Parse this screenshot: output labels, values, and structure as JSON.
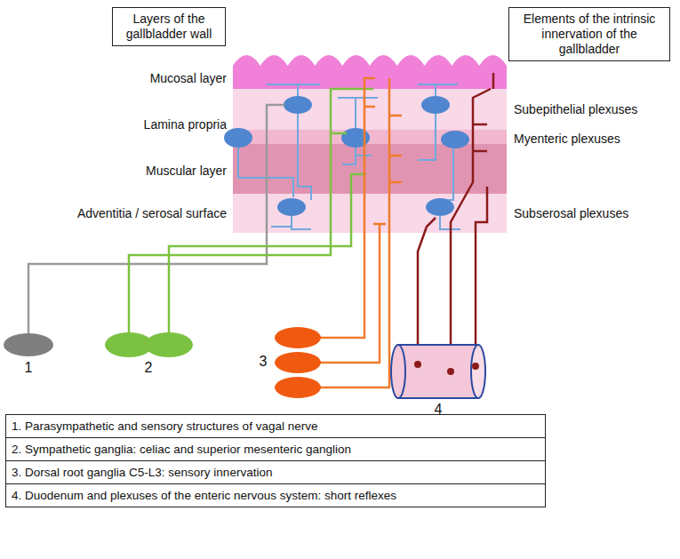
{
  "diagram": {
    "nodes": [
      {
        "text": [
          "Layers of the gallbladder wall"
        ]
      },
      {
        "text": [
          "Elements of the intrinsic innervation of the gallbladder"
        ]
      },
      {
        "text": [
          "1. Parasympathetic and sensory structures of vagal nerve"
        ]
      },
      {
        "text": [
          "2. Sympathetic ganglia: celiac and superior mesenteric ganglion"
        ]
      },
      {
        "text": [
          "3. Dorsal root ganglia C5-L3:  sensory innervation"
        ]
      },
      {
        "text": [
          "4. Duodenum and plexuses of the enteric nervous system: short reflexes"
        ]
      }
    ],
    "labels": [
      "Mucosal layer",
      "Lamina propria",
      "Muscular layer",
      "Adventitia / serosal surface",
      "Subepithelial plexuses",
      "Myenteric plexuses",
      "Subserosal plexuses",
      "1",
      "2",
      "3",
      "4"
    ]
  }
}
